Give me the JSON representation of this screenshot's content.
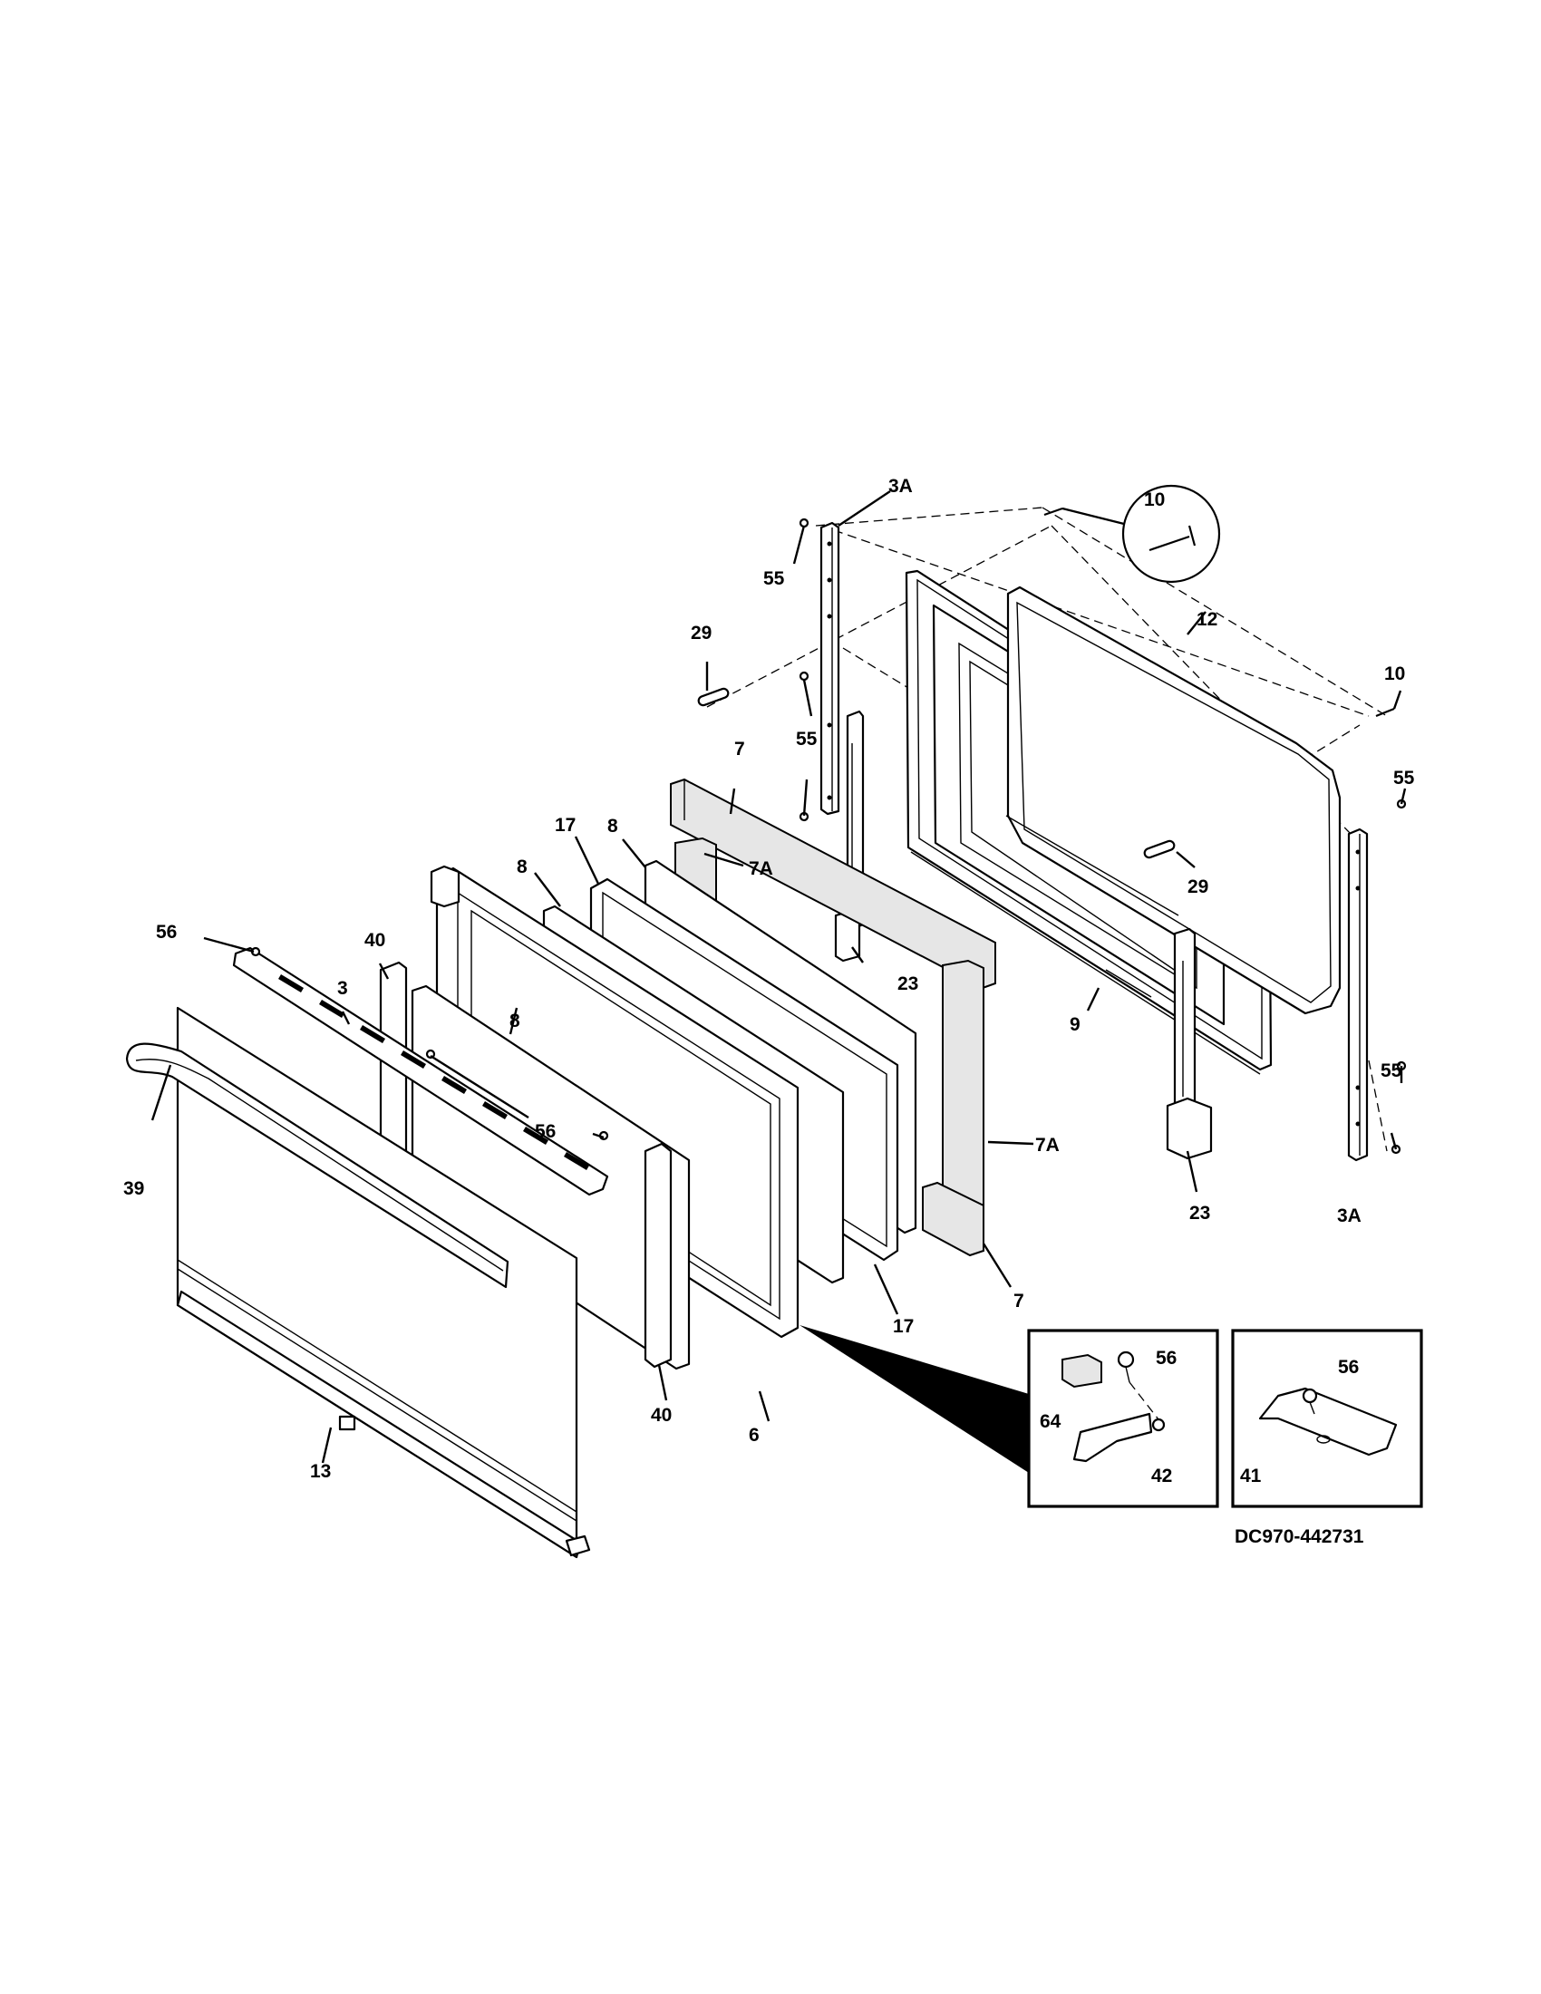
{
  "diagram": {
    "drawing_code": "DC970-442731",
    "callouts": {
      "c3a_top": "3A",
      "c10_circle": "10",
      "c55_top": "55",
      "c29_left": "29",
      "c12": "12",
      "c10_right": "10",
      "c55_left": "55",
      "c7_top": "7",
      "c55_right_top": "55",
      "c17_top": "17",
      "c8_top": "8",
      "c7a_top": "7A",
      "c29_right": "29",
      "c8_mid": "8",
      "c23_top": "23",
      "c56_left": "56",
      "c40_left": "40",
      "c9": "9",
      "c3": "3",
      "c8_low": "8",
      "c55_right_low": "55",
      "c56_mid": "56",
      "c7a_low": "7A",
      "c39": "39",
      "c23_low": "23",
      "c3a_low": "3A",
      "c7_low": "7",
      "c17_low": "17",
      "c40_low": "40",
      "c6": "6",
      "c13": "13",
      "c56_inset1": "56",
      "c64": "64",
      "c42": "42",
      "c56_inset2": "56",
      "c41": "41"
    }
  }
}
